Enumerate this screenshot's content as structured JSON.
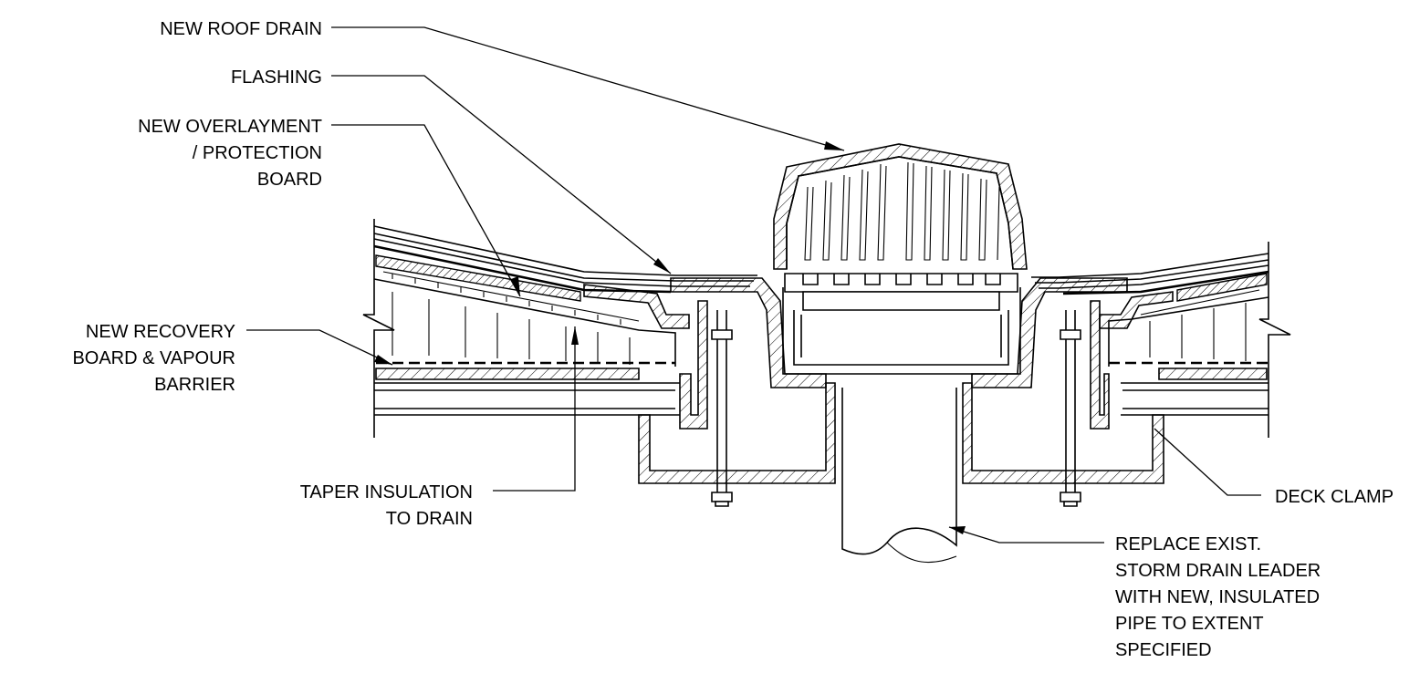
{
  "labels": {
    "roof_drain": [
      "NEW ROOF DRAIN"
    ],
    "flashing": [
      "FLASHING"
    ],
    "overlayment": [
      "NEW OVERLAYMENT",
      "/ PROTECTION",
      "BOARD"
    ],
    "recovery_board": [
      "NEW RECOVERY",
      "BOARD & VAPOUR",
      "BARRIER"
    ],
    "taper_insulation": [
      "TAPER INSULATION",
      "TO DRAIN"
    ],
    "deck_clamp": [
      "DECK CLAMP"
    ],
    "replace_leader": [
      "REPLACE EXIST.",
      "STORM DRAIN LEADER",
      "WITH NEW, INSULATED",
      "PIPE TO EXTENT",
      "SPECIFIED"
    ]
  }
}
